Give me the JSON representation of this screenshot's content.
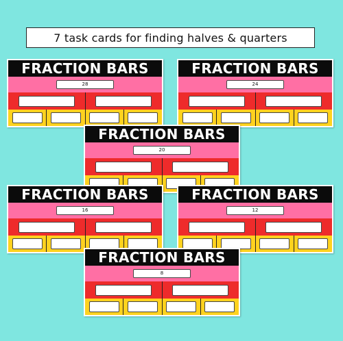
{
  "banner": {
    "text": "7 task cards for finding halves & quarters"
  },
  "cards": [
    {
      "title": "FRACTION BARS",
      "number": "28"
    },
    {
      "title": "FRACTION BARS",
      "number": "24"
    },
    {
      "title": "FRACTION BARS",
      "number": "20"
    },
    {
      "title": "FRACTION BARS",
      "number": "16"
    },
    {
      "title": "FRACTION BARS",
      "number": "12"
    },
    {
      "title": "FRACTION BARS",
      "number": "8"
    }
  ],
  "colors": {
    "background": "#7fe6e0",
    "title_bar": "#0b0b0b",
    "whole_bar": "#ff6fa4",
    "halves_bar": "#ee2b2b",
    "quarters_bar": "#ffd21f"
  }
}
